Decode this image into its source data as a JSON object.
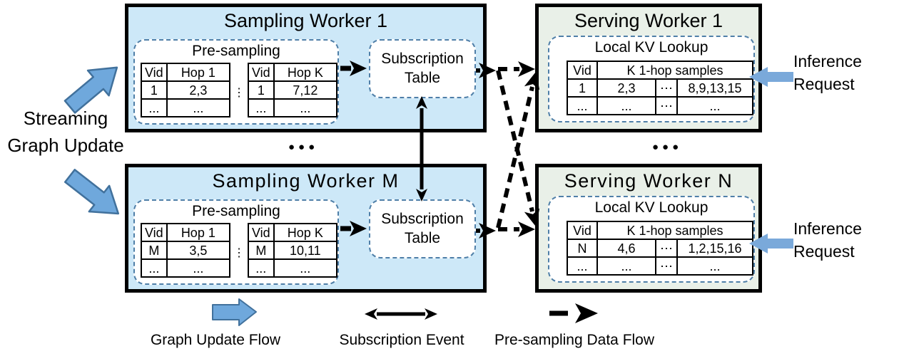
{
  "colors": {
    "sampling_bg": "#cde8f8",
    "serving_bg": "#e9f0e8",
    "dashed_border": "#4f7fa8",
    "block_arrow_fill": "#6fa8dc",
    "block_arrow_stroke": "#41719c",
    "inference_arrow_fill": "#7aa9da",
    "line_color": "#000000"
  },
  "streaming_label": {
    "line1": "Streaming",
    "line2": "Graph Update"
  },
  "sampling_workers": [
    {
      "title": "Sampling Worker 1",
      "presampling": {
        "title": "Pre-sampling",
        "vdots": "⋮",
        "tables": [
          {
            "h": [
              "Vid",
              "Hop 1"
            ],
            "r": [
              [
                "1",
                "2,3"
              ],
              [
                "...",
                "..."
              ]
            ]
          },
          {
            "h": [
              "Vid",
              "Hop K"
            ],
            "r": [
              [
                "1",
                "7,12"
              ],
              [
                "...",
                "..."
              ]
            ]
          }
        ]
      },
      "subscription": {
        "line1": "Subscription",
        "line2": "Table"
      }
    },
    {
      "title": "Sampling Worker M",
      "presampling": {
        "title": "Pre-sampling",
        "vdots": "⋮",
        "tables": [
          {
            "h": [
              "Vid",
              "Hop 1"
            ],
            "r": [
              [
                "M",
                "3,5"
              ],
              [
                "...",
                "..."
              ]
            ]
          },
          {
            "h": [
              "Vid",
              "Hop K"
            ],
            "r": [
              [
                "M",
                "10,11"
              ],
              [
                "...",
                "..."
              ]
            ]
          }
        ]
      },
      "subscription": {
        "line1": "Subscription",
        "line2": "Table"
      }
    }
  ],
  "serving_workers": [
    {
      "title": "Serving Worker 1",
      "kv": {
        "title": "Local KV Lookup",
        "header": [
          "Vid",
          "K 1-hop samples"
        ],
        "rows": [
          [
            "1",
            "2,3",
            "⋯",
            "8,9,13,15"
          ],
          [
            "...",
            "...",
            "⋯",
            "..."
          ]
        ]
      }
    },
    {
      "title": "Serving Worker N",
      "kv": {
        "title": "Local KV Lookup",
        "header": [
          "Vid",
          "K 1-hop samples"
        ],
        "rows": [
          [
            "N",
            "4,6",
            "⋯",
            "1,2,15,16"
          ],
          [
            "...",
            "...",
            "⋯",
            "..."
          ]
        ]
      }
    }
  ],
  "ellipsis": {
    "sampling": "●●●",
    "serving": "●●●"
  },
  "inference_labels": [
    {
      "line1": "Inference",
      "line2": "Request"
    },
    {
      "line1": "Inference",
      "line2": "Request"
    }
  ],
  "legend": {
    "graph_update": "Graph Update Flow",
    "subscription": "Subscription Event",
    "presampling": "Pre-sampling Data Flow"
  }
}
